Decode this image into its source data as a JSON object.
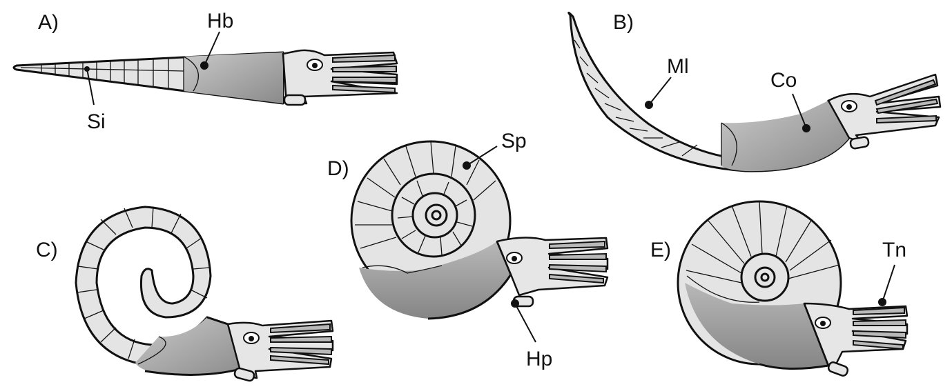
{
  "panels": {
    "a": "A)",
    "b": "B)",
    "c": "C)",
    "d": "D)",
    "e": "E)"
  },
  "labels": {
    "hb": "Hb",
    "si": "Si",
    "ml": "Ml",
    "co": "Co",
    "sp": "Sp",
    "hp": "Hp",
    "tn": "Tn"
  },
  "colors": {
    "shell_light": "#e4e4e4",
    "chamber_dark": "#8f8f8f",
    "outline": "#111111"
  }
}
